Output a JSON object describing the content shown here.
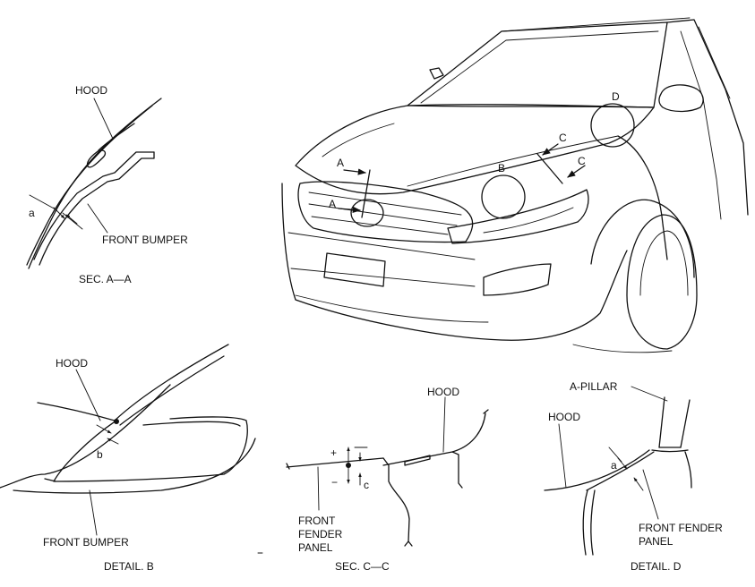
{
  "sec_aa": {
    "hood_label": "HOOD",
    "dim_label": "a",
    "bumper_label": "FRONT BUMPER",
    "caption": "SEC. A—A"
  },
  "car": {
    "section_a_top": "A",
    "section_a_bottom": "A",
    "detail_b": "B",
    "section_c_top": "C",
    "section_c_bottom": "C",
    "detail_d": "D"
  },
  "detail_b": {
    "hood_label": "HOOD",
    "dim_label": "b",
    "bumper_label": "FRONT BUMPER",
    "caption": "DETAIL. B"
  },
  "sec_cc": {
    "hood_label": "HOOD",
    "plus_label": "+",
    "minus_label": "−",
    "dim_label": "c",
    "fender_line1": "FRONT",
    "fender_line2": "FENDER",
    "fender_line3": "PANEL",
    "caption": "SEC. C—C"
  },
  "detail_d": {
    "pillar_label": "A-PILLAR",
    "hood_label": "HOOD",
    "dim_label": "a",
    "fender_line1": "FRONT FENDER",
    "fender_line2": "PANEL",
    "caption": "DETAIL. D"
  }
}
